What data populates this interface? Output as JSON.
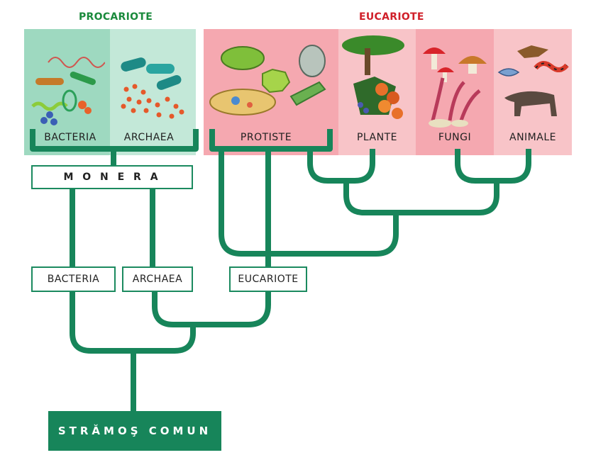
{
  "headings": {
    "procariote": "PROCARIOTE",
    "eucariote": "EUCARIOTE"
  },
  "panels": {
    "bacteria": "BACTERIA",
    "archaea": "ARCHAEA",
    "protiste": "PROTISTE",
    "plante": "PLANTE",
    "fungi": "FUNGI",
    "animale": "ANIMALE"
  },
  "boxes": {
    "monera": "M O N E R A",
    "bacteria": "BACTERIA",
    "archaea": "ARCHAEA",
    "eucariote": "EUCARIOTE"
  },
  "root": "STRĂMOŞ COMUN",
  "colors": {
    "tree": "#17855a",
    "procariote_heading": "#1a8a3c",
    "eucariote_heading": "#d0202a",
    "bacteria_bg": "#9ed9c0",
    "archaea_bg": "#c3e8d8",
    "protiste_bg": "#f5a8b0",
    "plante_bg": "#f8c4c8",
    "fungi_bg": "#f5a8b0",
    "animale_bg": "#f8c4c8"
  }
}
